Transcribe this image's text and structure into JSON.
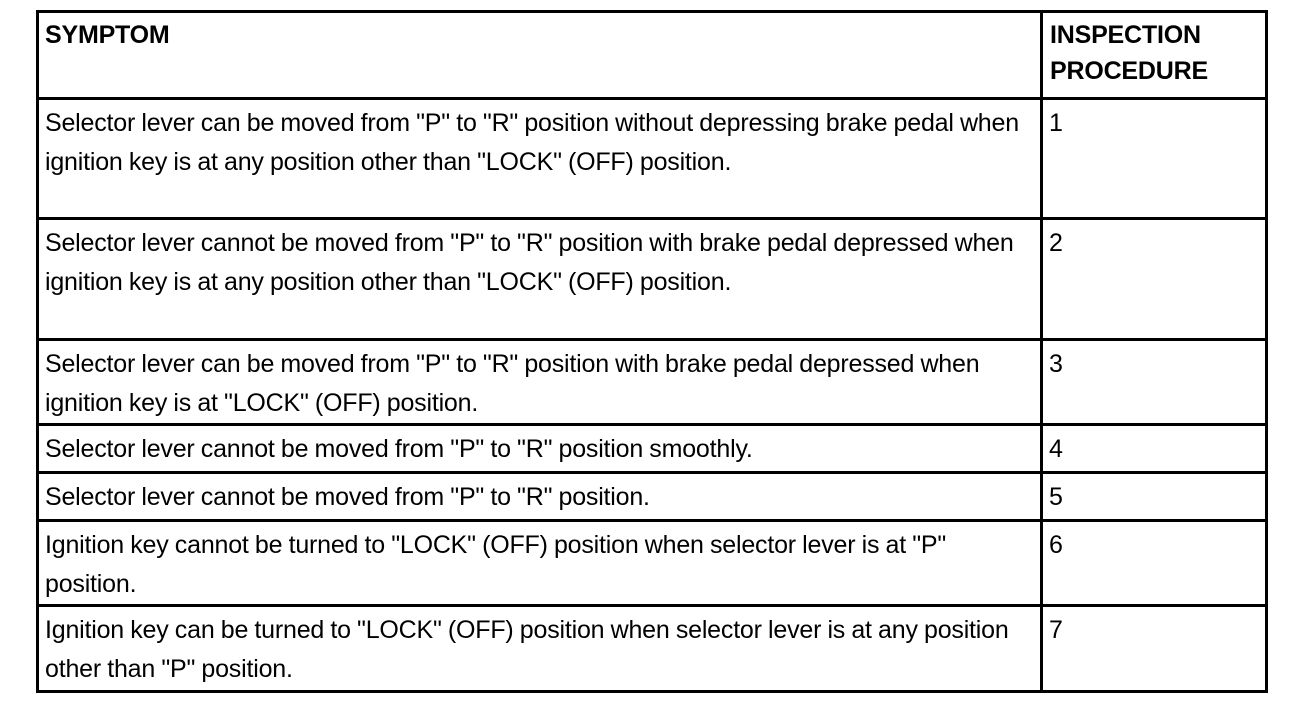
{
  "table": {
    "headers": {
      "symptom": "SYMPTOM",
      "inspection_procedure_line1": "INSPECTION",
      "inspection_procedure_line2": "PROCEDURE"
    },
    "rows": [
      {
        "symptom": "Selector lever can be moved from \"P\" to \"R\" position without depressing brake pedal when ignition key is at any position other than \"LOCK\" (OFF) position.",
        "procedure": "1"
      },
      {
        "symptom": "Selector lever cannot be moved from \"P\" to \"R\" position with brake pedal depressed when ignition key is at any position other than \"LOCK\" (OFF) position.",
        "procedure": "2"
      },
      {
        "symptom": "Selector lever can be moved from \"P\" to \"R\" position with brake pedal depressed when ignition key is at \"LOCK\" (OFF) position.",
        "procedure": "3"
      },
      {
        "symptom": "Selector lever cannot be moved from \"P\" to \"R\" position smoothly.",
        "procedure": "4"
      },
      {
        "symptom": "Selector lever cannot be moved from \"P\" to \"R\" position.",
        "procedure": "5"
      },
      {
        "symptom": "Ignition key cannot be turned to \"LOCK\" (OFF) position when selector lever is at \"P\" position.",
        "procedure": "6"
      },
      {
        "symptom": "Ignition key can be turned to \"LOCK\" (OFF) position when selector lever is at any position other than \"P\" position.",
        "procedure": "7"
      }
    ]
  }
}
